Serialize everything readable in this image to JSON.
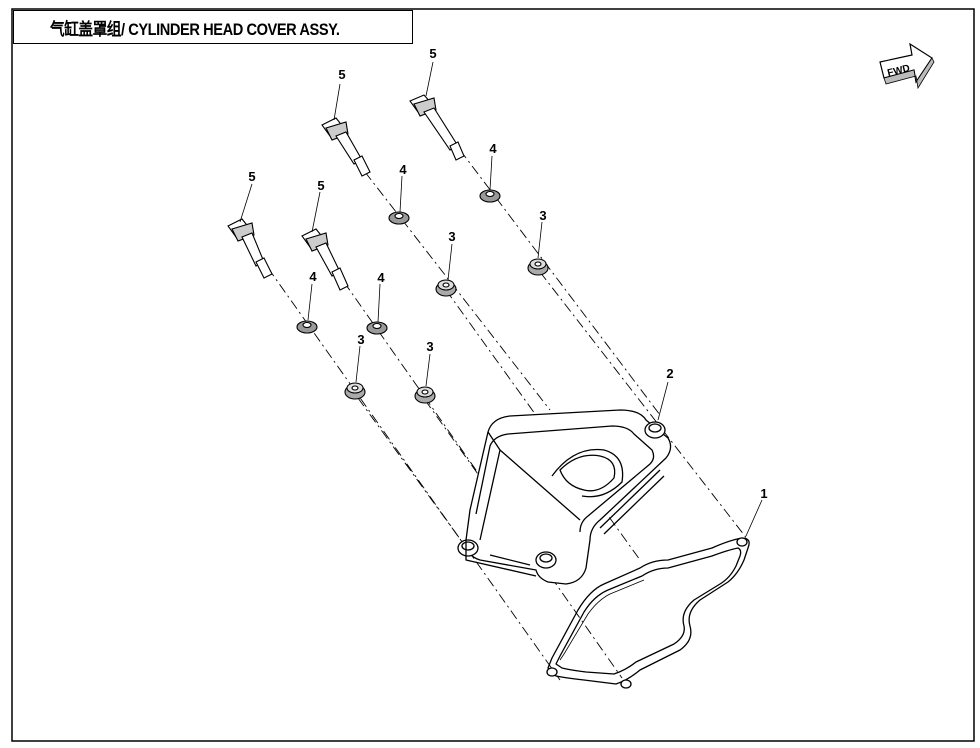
{
  "title": "气缸盖罩组/ CYLINDER HEAD COVER ASSY.",
  "fwd_label": "FWD",
  "callouts": {
    "gasket": "1",
    "cover": "2",
    "grommet_a": "3",
    "grommet_b": "3",
    "grommet_c": "3",
    "grommet_d": "3",
    "washer_a": "4",
    "washer_b": "4",
    "washer_c": "4",
    "washer_d": "4",
    "bolt_a": "5",
    "bolt_b": "5",
    "bolt_c": "5",
    "bolt_d": "5"
  },
  "colors": {
    "line": "#000000",
    "part_fill": "#ffffff",
    "shade": "#d8d8d8",
    "frame": "#000000"
  }
}
